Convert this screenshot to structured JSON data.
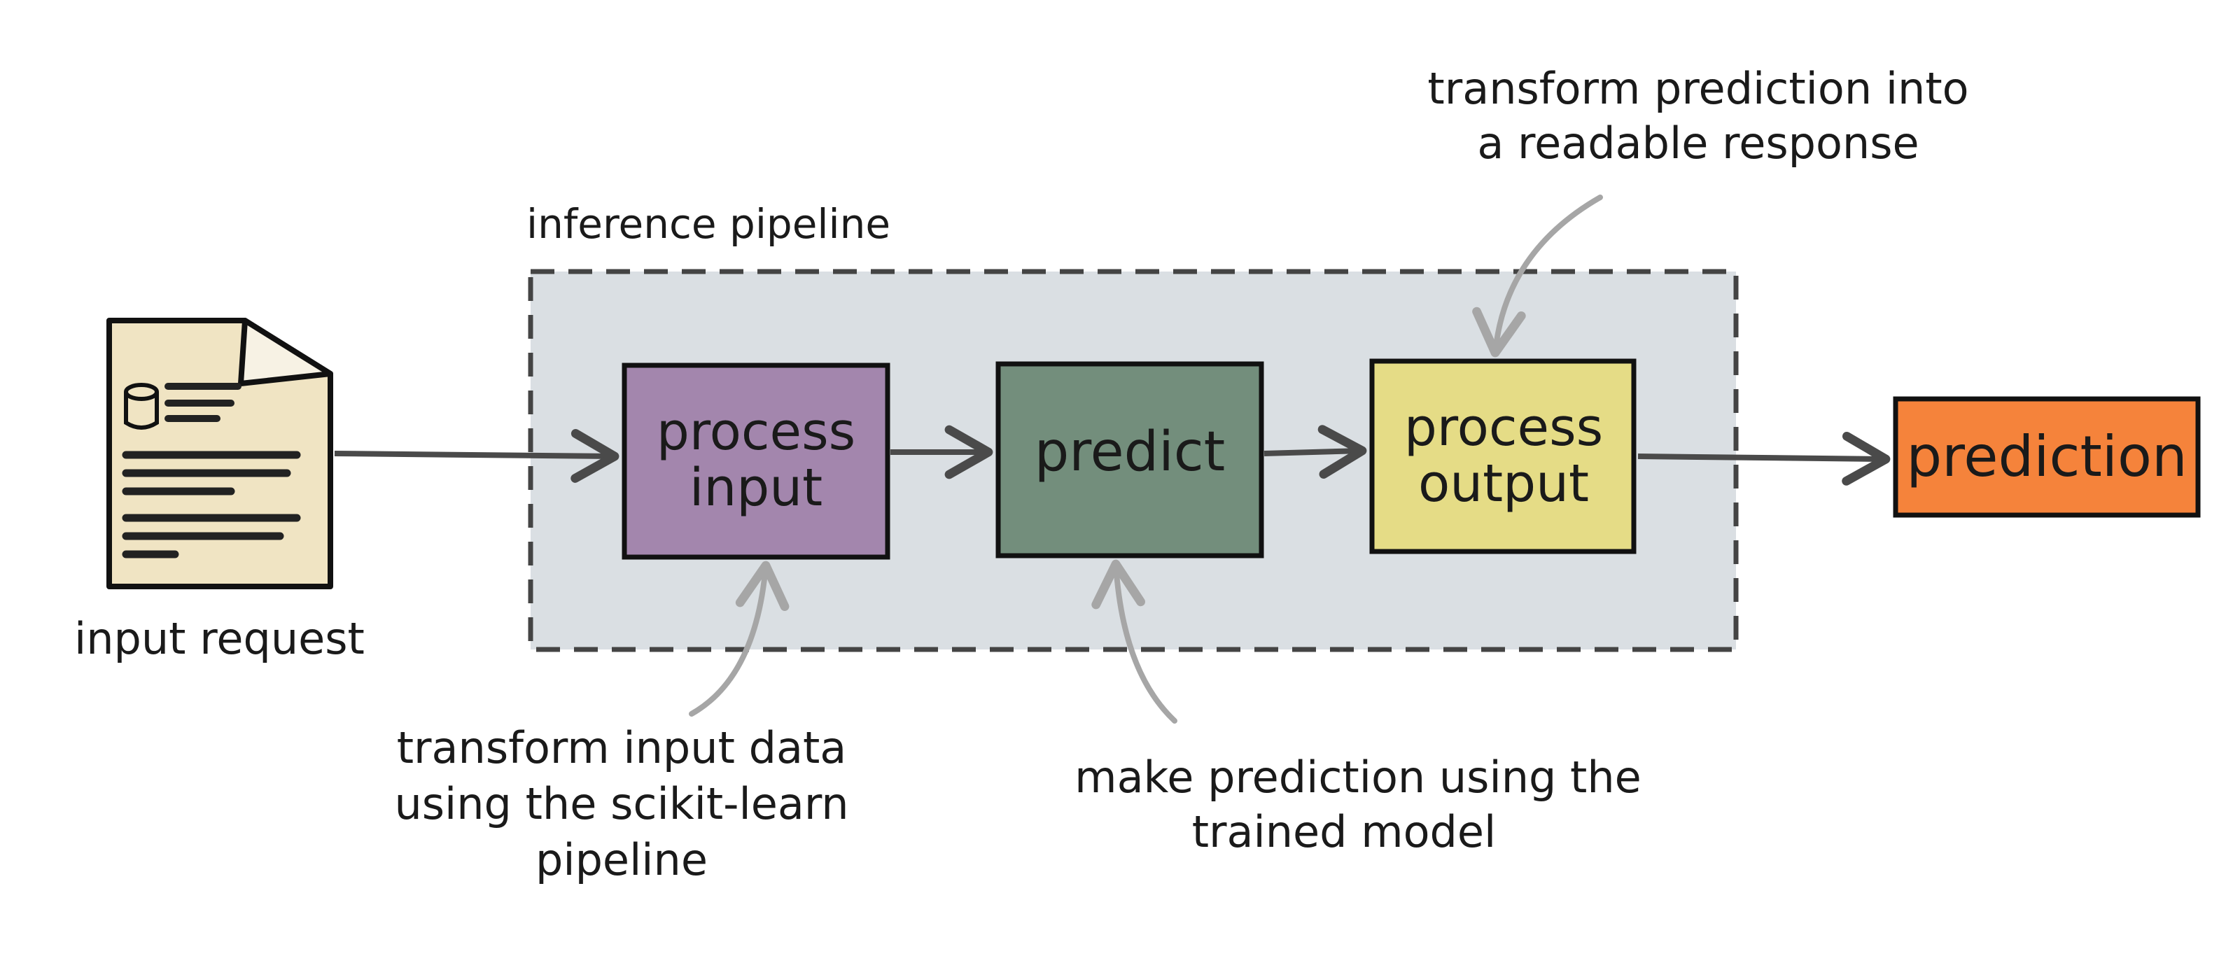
{
  "pipeline": {
    "label": "inference pipeline",
    "steps": [
      {
        "line1": "process",
        "line2": "input",
        "color": "#a386ad"
      },
      {
        "line1": "predict",
        "line2": "",
        "color": "#738e7c"
      },
      {
        "line1": "process",
        "line2": "output",
        "color": "#e5dc86"
      }
    ],
    "background_color": "#dadfe3"
  },
  "input": {
    "label": "input request",
    "doc_color": "#f0e4c3"
  },
  "output": {
    "label": "prediction",
    "color": "#f5833b"
  },
  "annotations": {
    "process_input": [
      "transform input data",
      "using the scikit-learn",
      "pipeline"
    ],
    "predict": [
      "make prediction using the",
      "trained model"
    ],
    "process_output": [
      "transform prediction into",
      "a readable response"
    ]
  },
  "colors": {
    "arrow": "#4a4a4a",
    "pointer": "#a6a6a6",
    "stroke": "#111111"
  }
}
